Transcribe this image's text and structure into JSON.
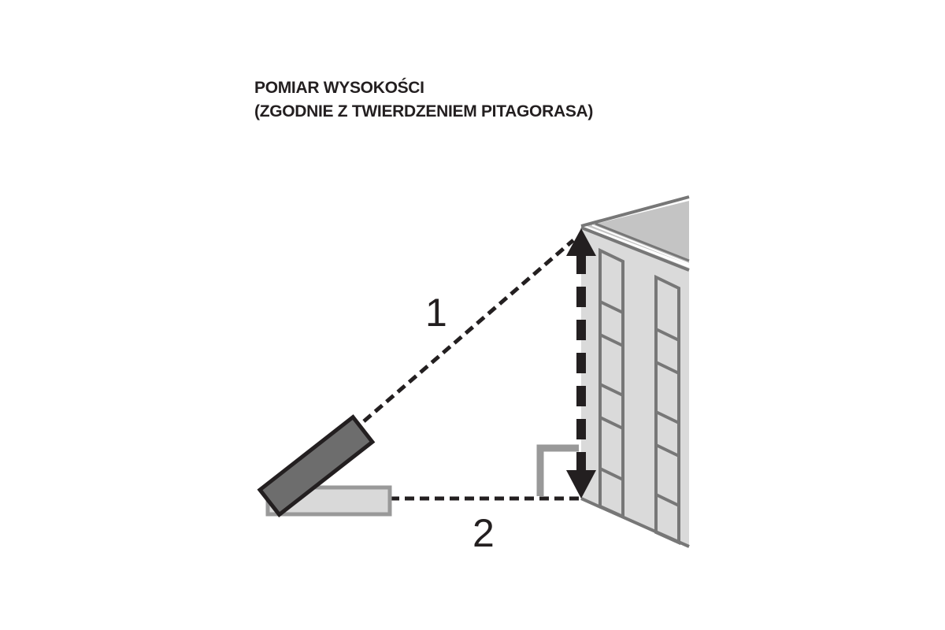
{
  "title": {
    "line1": "POMIAR WYSOKOŚCI",
    "line2": "(ZGODNIE Z TWIERDZENIEM PITAGORASA)"
  },
  "labels": {
    "hypotenuse": "1",
    "base": "2"
  },
  "colors": {
    "ink": "#231f20",
    "device_dark": "#6d6d6d",
    "device_light": "#d9d9d9",
    "building_face": "#dadada",
    "roof": "#c4c4c4",
    "building_line": "#777777",
    "right_angle": "#999999"
  }
}
